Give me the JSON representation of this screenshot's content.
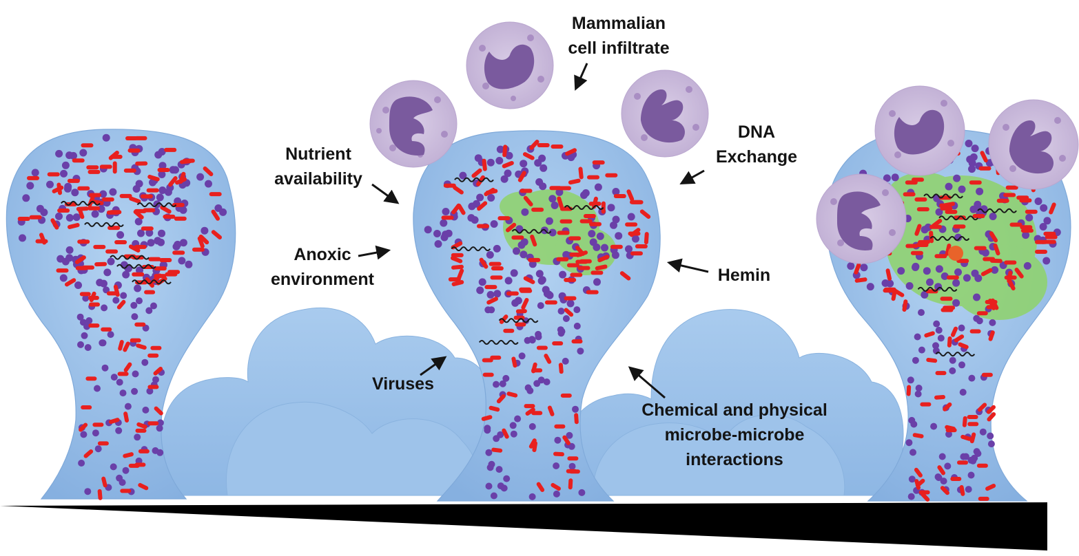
{
  "labels": {
    "mammalian_1": "Mammalian",
    "mammalian_2": "cell infiltrate",
    "dna_1": "DNA",
    "dna_2": "Exchange",
    "nutrient_1": "Nutrient",
    "nutrient_2": "availability",
    "anoxic_1": "Anoxic",
    "anoxic_2": "environment",
    "hemin": "Hemin",
    "viruses": "Viruses",
    "chem_1": "Chemical and physical",
    "chem_2": "microbe-microbe",
    "chem_3": "interactions"
  },
  "colors": {
    "biofilm": "#9cc3ea",
    "biofilm_edge": "#7ea9d9",
    "substrate_blob": "#9fc2e8",
    "cocci": "#6a3fa8",
    "rods": "#e8201e",
    "phage": "#1a1a1a",
    "matrix": "#8fd36a",
    "host_cell": "#cfc0de",
    "host_nucleus": "#7a5a9e",
    "host_dot": "#a98ec3",
    "hemin_dot": "#e8632a",
    "gradient_wedge": "#000000",
    "text": "#141414"
  },
  "icons": {
    "host_cell": "neutrophil-icon",
    "arrow": "arrow-icon"
  }
}
